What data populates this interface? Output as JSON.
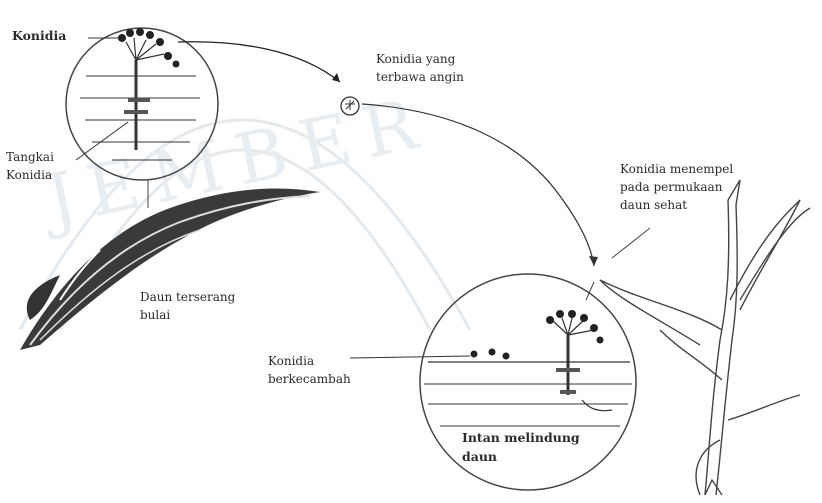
{
  "watermark": "JEMBER",
  "labels": {
    "konidia_top": "Konidia",
    "tangkai_line1": "Tangkai",
    "tangkai_line2": "Konidia",
    "wind_line1": "Konidia yang",
    "wind_line2": "terbawa angin",
    "attach_line1": "Konidia menempel",
    "attach_line2": "pada permukaan",
    "attach_line3": "daun sehat",
    "infected_line1": "Daun terserang",
    "infected_line2": "bulai",
    "germ_line1": "Konidia",
    "germ_line2": "berkecambah",
    "tissue_line1": "Intan melindung",
    "tissue_line2": "daun"
  }
}
